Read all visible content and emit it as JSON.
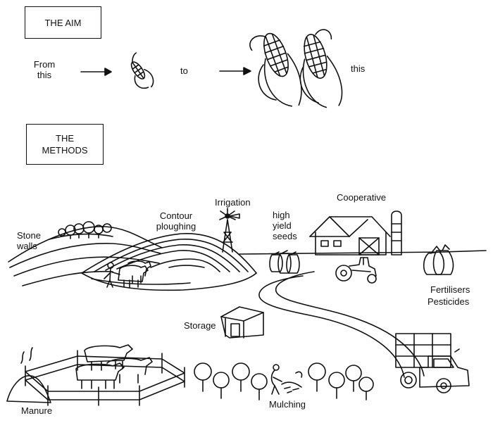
{
  "aim": {
    "title": "THE AIM",
    "from_label": "From this",
    "to_label": "to",
    "this_label": "this"
  },
  "methods": {
    "title": "THE METHODS",
    "labels": {
      "stone_walls": "Stone walls",
      "contour_ploughing": "Contour ploughing",
      "irrigation": "Irrigation",
      "high_yield_seeds": "high yield seeds",
      "cooperative": "Cooperative",
      "fertilisers": "Fertilisers",
      "pesticides": "Pesticides",
      "storage": "Storage",
      "manure": "Manure",
      "mulching": "Mulching"
    }
  }
}
